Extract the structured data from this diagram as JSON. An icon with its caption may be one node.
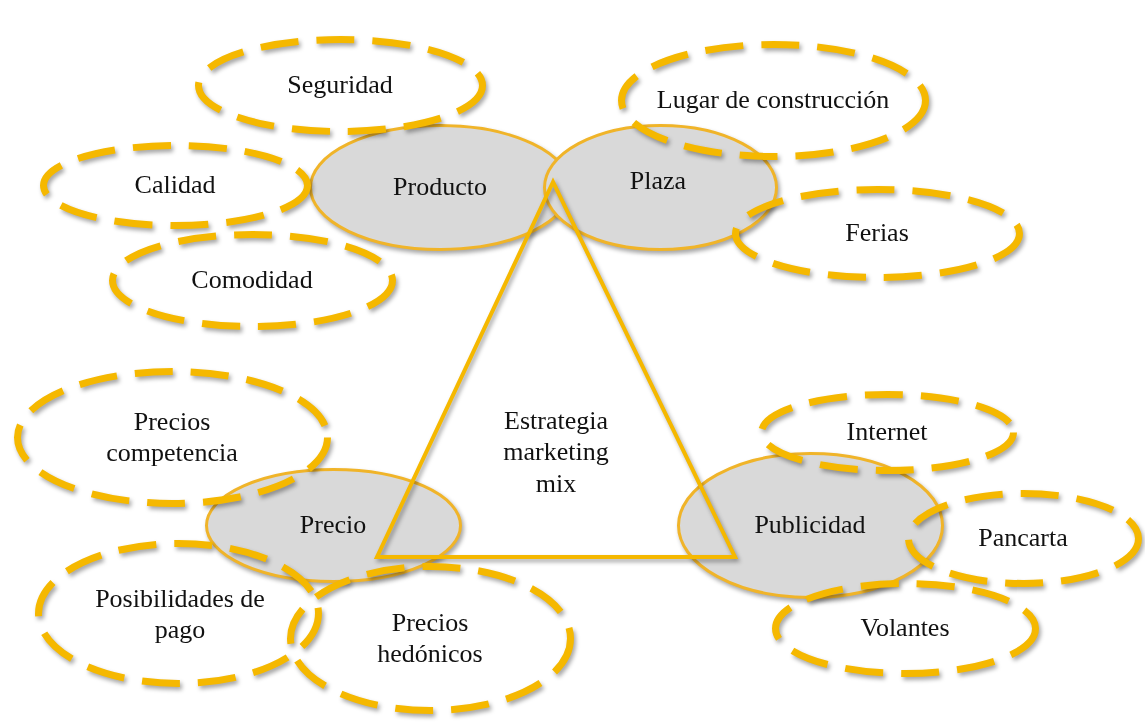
{
  "diagram": {
    "nodes": [
      {
        "text": [
          "Seguridad"
        ]
      },
      {
        "text": [
          "Lugar de construcción"
        ]
      },
      {
        "text": [
          "Calidad"
        ]
      },
      {
        "text": [
          "Producto"
        ]
      },
      {
        "text": [
          "Plaza"
        ]
      },
      {
        "text": [
          "Ferias"
        ]
      },
      {
        "text": [
          "Comodidad"
        ]
      },
      {
        "text": [
          "Estrategia marketing mix"
        ]
      },
      {
        "text": [
          "Precios competencia"
        ]
      },
      {
        "text": [
          "Internet"
        ]
      },
      {
        "text": [
          "Precio"
        ]
      },
      {
        "text": [
          "Publicidad"
        ]
      },
      {
        "text": [
          "Pancarta"
        ]
      },
      {
        "text": [
          "Posibilidades de pago"
        ]
      },
      {
        "text": [
          "Volantes"
        ]
      },
      {
        "text": [
          "Precios hedónicos"
        ]
      }
    ],
    "edges": []
  }
}
